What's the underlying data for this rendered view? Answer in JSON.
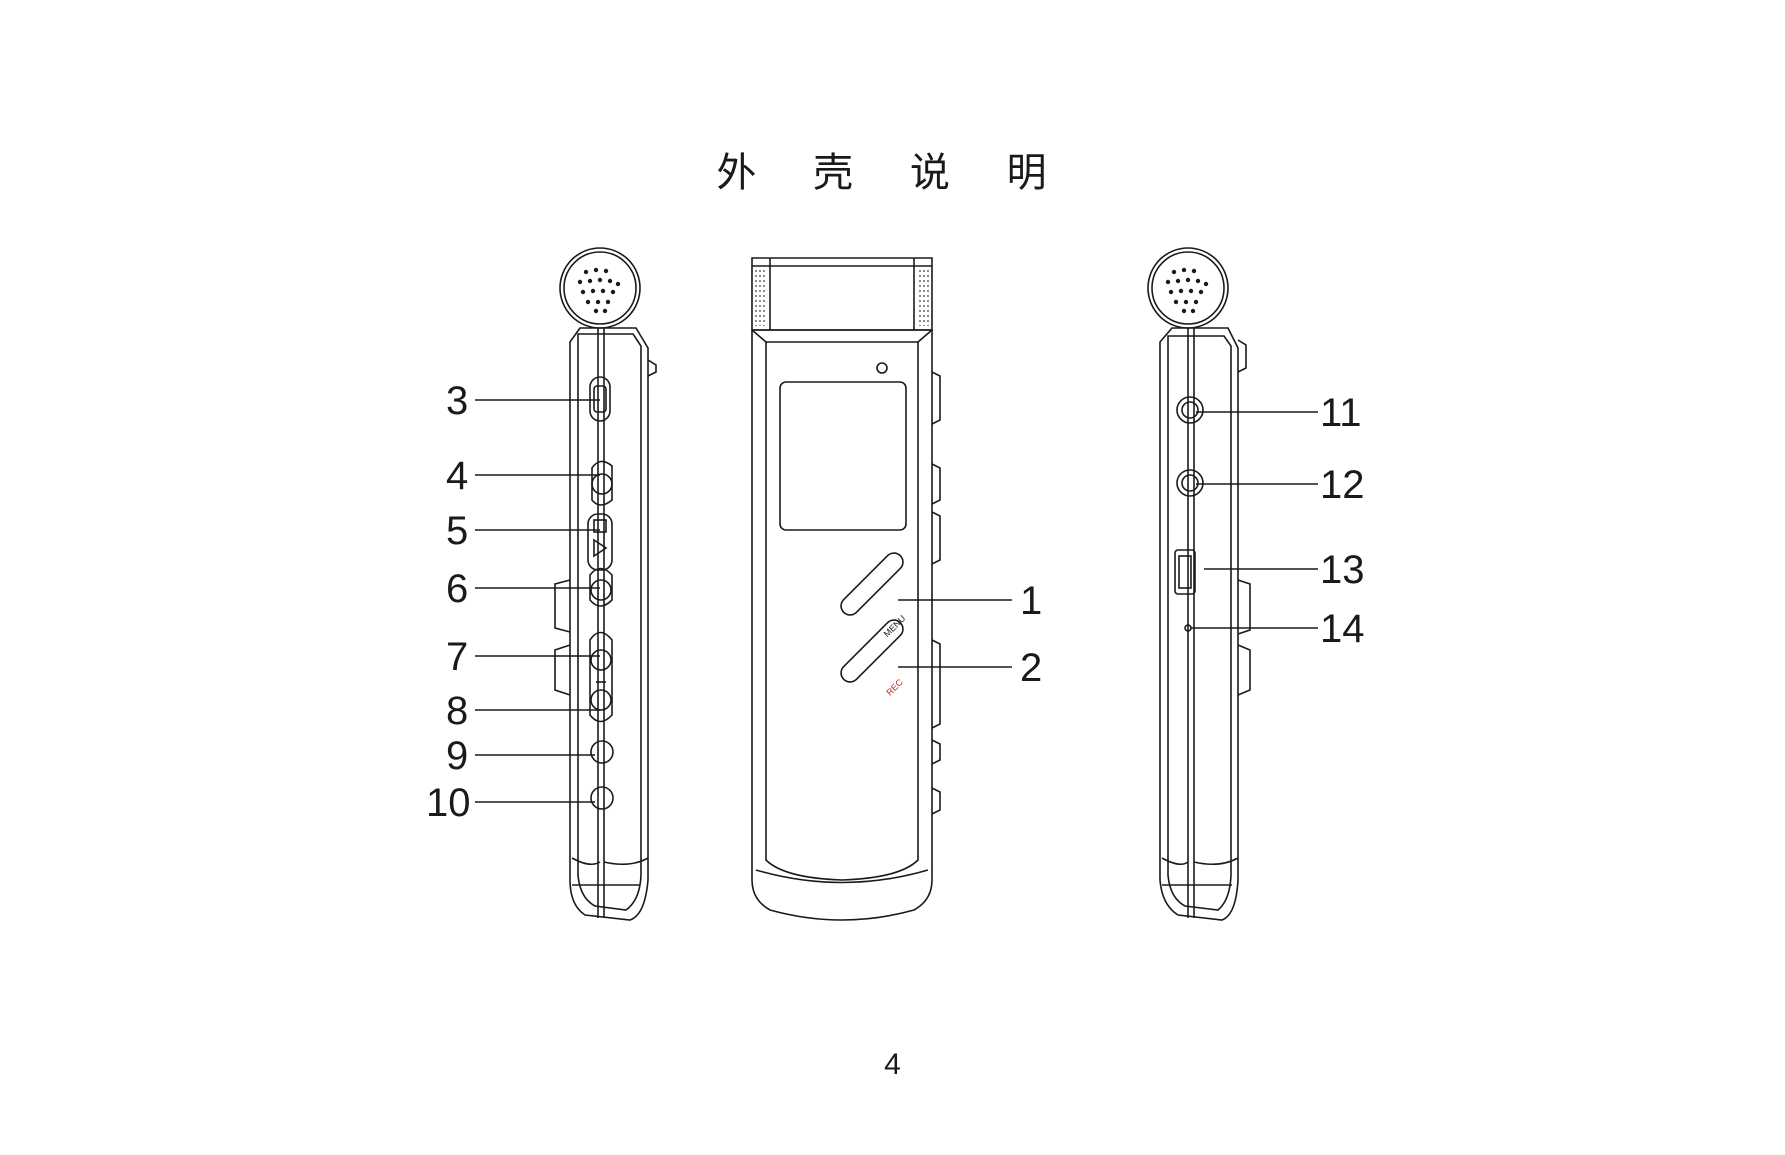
{
  "title": "外 壳 说 明",
  "page_number": "4",
  "device_labels": {
    "menu": "MENU",
    "rec": "REC"
  },
  "callouts": [
    "1",
    "2",
    "3",
    "4",
    "5",
    "6",
    "7",
    "8",
    "9",
    "10",
    "11",
    "12",
    "13",
    "14"
  ],
  "colors": {
    "line": "#1a1a1a",
    "rec_label": "#d42020"
  }
}
